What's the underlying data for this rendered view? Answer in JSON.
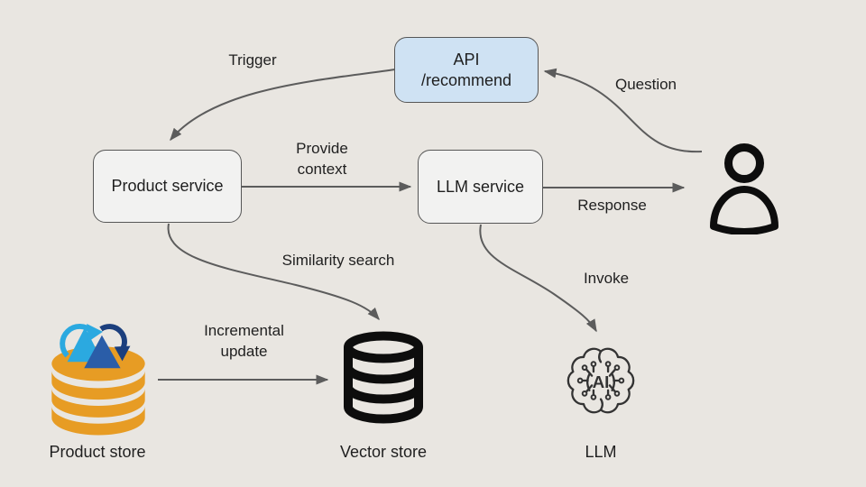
{
  "diagram": {
    "title_hint": "LLM product recommendation architecture",
    "nodes": {
      "api": {
        "line1": "API",
        "line2": "/recommend"
      },
      "product_service": {
        "label": "Product service"
      },
      "llm_service": {
        "label": "LLM service"
      },
      "user": {
        "icon": "person-icon"
      },
      "product_store": {
        "label": "Product store",
        "icon": "database-sync-icon"
      },
      "vector_store": {
        "label": "Vector store",
        "icon": "database-icon"
      },
      "llm": {
        "label": "LLM",
        "icon": "brain-circuit-ai-icon",
        "badge": "AI"
      }
    },
    "edges": {
      "trigger": {
        "label": "Trigger",
        "from": "api",
        "to": "product_service"
      },
      "question": {
        "label": "Question",
        "from": "user",
        "to": "api"
      },
      "provide_context": {
        "line1": "Provide",
        "line2": "context",
        "from": "product_service",
        "to": "llm_service"
      },
      "response": {
        "label": "Response",
        "from": "llm_service",
        "to": "user"
      },
      "similarity_search": {
        "label": "Similarity search",
        "from": "product_service",
        "to": "vector_store"
      },
      "invoke": {
        "label": "Invoke",
        "from": "llm_service",
        "to": "llm"
      },
      "incremental_update": {
        "line1": "Incremental",
        "line2": "update",
        "from": "product_store",
        "to": "vector_store"
      }
    },
    "colors": {
      "background": "#e9e6e1",
      "arrow": "#5c5c5c",
      "text": "#1f1f1f",
      "node_fill": "#f2f2f1",
      "node_border": "#565656",
      "api_fill": "#cfe2f3",
      "db_orange": "#e79c24",
      "blue_light": "#2ba9e0",
      "blue_mid": "#2a5da8",
      "blue_navy": "#1c3f7d",
      "icon_black": "#0d0d0d",
      "brain": "#333333"
    }
  }
}
